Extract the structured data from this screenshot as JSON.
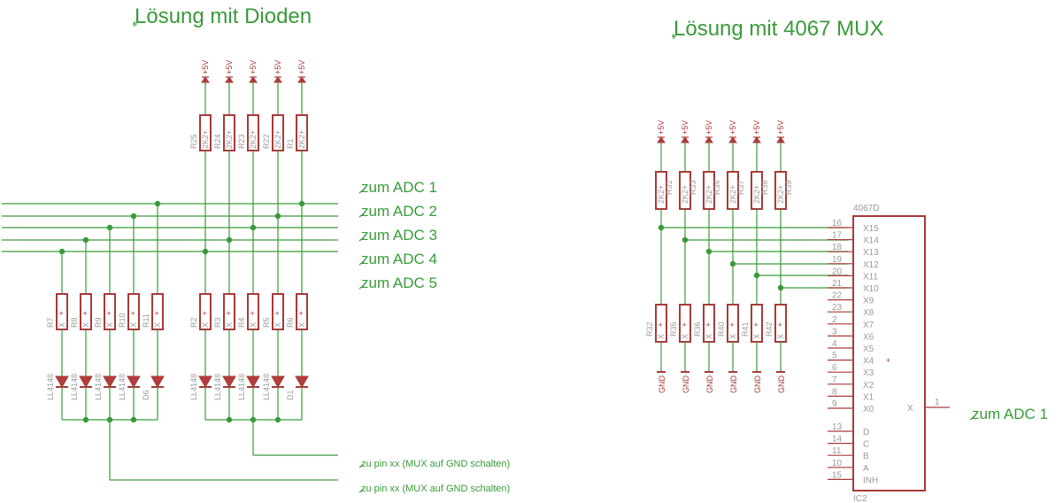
{
  "titles": {
    "diodes": "Lösung mit Dioden",
    "mux": "Lösung mit 4067 MUX"
  },
  "diode_solution": {
    "bus_labels": [
      "zum ADC 1",
      "zum ADC 2",
      "zum ADC 3",
      "zum ADC 4",
      "zum ADC 5"
    ],
    "gnd_switch_labels": [
      "zu pin xx (MUX auf GND schalten)",
      "zu pin xx (MUX auf GND schalten)"
    ],
    "supply_label": "+5V",
    "pullup_value": "2K2",
    "pullups": [
      "R25",
      "R24",
      "R23",
      "R22",
      "R1"
    ],
    "left_switches": [
      "R7",
      "R8",
      "R9",
      "R10",
      "R11"
    ],
    "right_switches": [
      "R2",
      "R3",
      "R4",
      "R5",
      "R6"
    ],
    "switch_marks": [
      "+",
      "X"
    ],
    "diode_part": "LL4148",
    "left_diodes": [
      "LL4148",
      "LL4148",
      "LL4148",
      "LL4148",
      "D6"
    ],
    "right_diodes": [
      "LL4148",
      "LL4148",
      "LL4148",
      "LL4148",
      "D1"
    ]
  },
  "mux_solution": {
    "supply_label": "+5V",
    "pullup_value": "2K2",
    "pullups": [
      "R31",
      "R33",
      "R34",
      "R37",
      "R38",
      "R39"
    ],
    "switches": [
      "R32",
      "R35",
      "R36",
      "R40",
      "R41",
      "R42"
    ],
    "gnd_label": "GND",
    "ic_value": "4067D",
    "ic_name": "IC2",
    "ic_center_mark": "+",
    "inputs": [
      {
        "pin": "16",
        "name": "X15"
      },
      {
        "pin": "17",
        "name": "X14"
      },
      {
        "pin": "18",
        "name": "X13"
      },
      {
        "pin": "19",
        "name": "X12"
      },
      {
        "pin": "20",
        "name": "X11"
      },
      {
        "pin": "21",
        "name": "X10"
      },
      {
        "pin": "22",
        "name": "X9"
      },
      {
        "pin": "23",
        "name": "X8"
      },
      {
        "pin": "2",
        "name": "X7"
      },
      {
        "pin": "3",
        "name": "X6"
      },
      {
        "pin": "4",
        "name": "X5"
      },
      {
        "pin": "5",
        "name": "X4"
      },
      {
        "pin": "6",
        "name": "X3"
      },
      {
        "pin": "7",
        "name": "X2"
      },
      {
        "pin": "8",
        "name": "X1"
      },
      {
        "pin": "9",
        "name": "X0"
      }
    ],
    "controls": [
      {
        "pin": "13",
        "name": "D"
      },
      {
        "pin": "14",
        "name": "C"
      },
      {
        "pin": "11",
        "name": "B"
      },
      {
        "pin": "10",
        "name": "A"
      },
      {
        "pin": "15",
        "name": "INH"
      }
    ],
    "output": {
      "pin": "1",
      "name": "X"
    },
    "output_label": "zum ADC 1"
  }
}
